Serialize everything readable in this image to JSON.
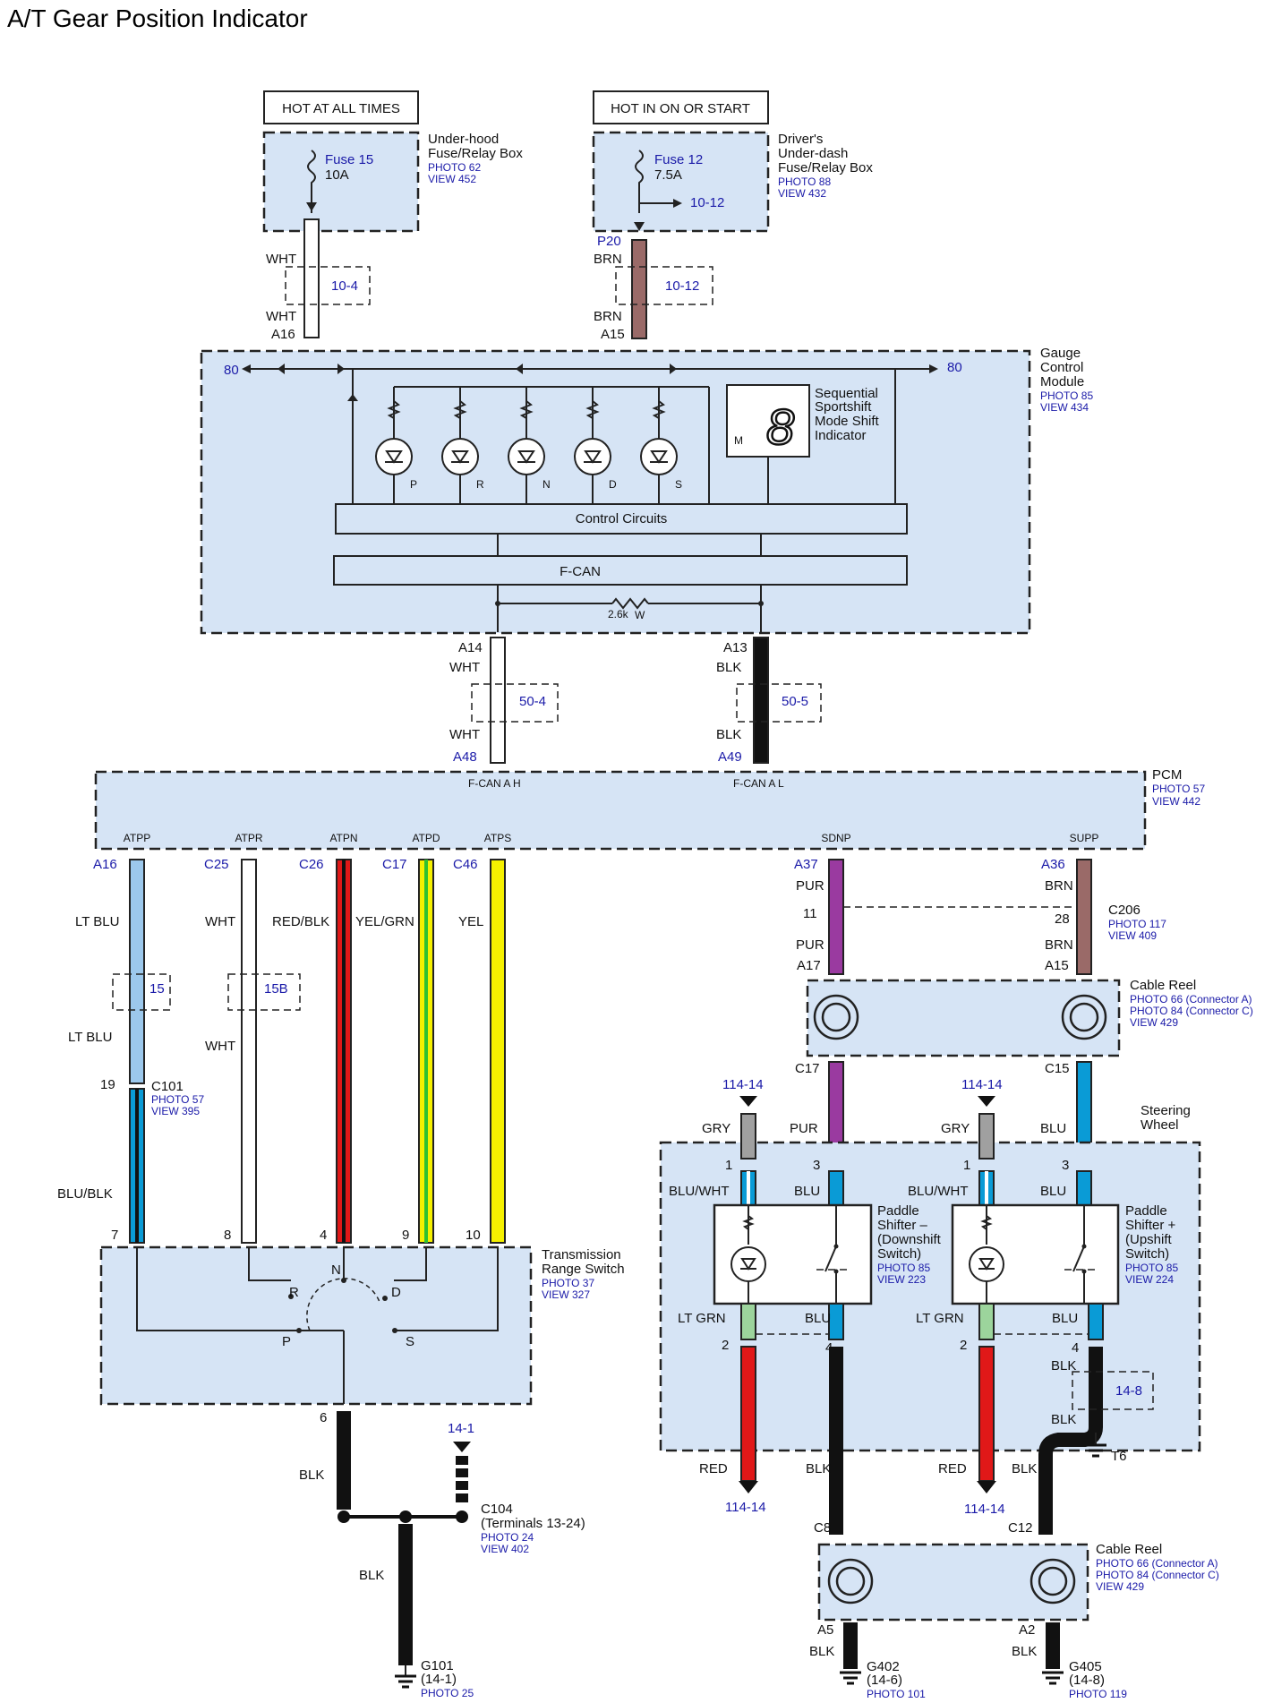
{
  "title": "A/T Gear Position Indicator",
  "colors": {
    "module_fill": "#d6e4f5",
    "ref_text": "#1a1aa8",
    "WHT": "#ffffff",
    "BRN": "#9a6a68",
    "BLK": "#111111",
    "LT BLU": "#9cc8ec",
    "RED": "#e01818",
    "YEL": "#f5f000",
    "GRN": "#30c030",
    "PUR": "#9a3aa0",
    "BLU": "#0a9bd6",
    "GRY": "#a0a0a0",
    "LT GRN": "#9cd49c"
  },
  "power": {
    "hot_always": "HOT AT ALL TIMES",
    "hot_on": "HOT IN ON OR START",
    "fuse15": {
      "name": "Fuse 15",
      "amp": "10A"
    },
    "fuse12": {
      "name": "Fuse 12",
      "amp": "7.5A",
      "branch": "10-12"
    },
    "underhood": {
      "line1": "Under-hood",
      "line2": "Fuse/Relay Box",
      "photo": "PHOTO 62",
      "view": "VIEW 452"
    },
    "underdash": {
      "line1": "Driver's",
      "line2": "Under-dash",
      "line3": "Fuse/Relay Box",
      "photo": "PHOTO 88",
      "view": "VIEW 432"
    }
  },
  "feed_wires": {
    "left": {
      "color1": "WHT",
      "color2": "WHT",
      "ref": "10-4",
      "pin": "A16"
    },
    "right": {
      "top_pin": "P20",
      "color1": "BRN",
      "color2": "BRN",
      "ref": "10-12",
      "pin": "A15"
    }
  },
  "gauge": {
    "name1": "Gauge",
    "name2": "Control",
    "name3": "Module",
    "photo": "PHOTO 85",
    "view": "VIEW 434",
    "left_ref": "80",
    "right_ref": "80",
    "leds": [
      "P",
      "R",
      "N",
      "D",
      "S"
    ],
    "indicator": {
      "line1": "Sequential",
      "line2": "Sportshift",
      "line3": "Mode Shift",
      "line4": "Indicator",
      "mode": "M",
      "digit": "8"
    },
    "control": "Control Circuits",
    "fcan": "F-CAN",
    "resistor": "2.6k",
    "resistor_unit": "W"
  },
  "can_wires": {
    "left": {
      "top_pin": "A14",
      "c1": "WHT",
      "ref": "50-4",
      "c2": "WHT",
      "pin": "A48"
    },
    "right": {
      "top_pin": "A13",
      "c1": "BLK",
      "ref": "50-5",
      "c2": "BLK",
      "pin": "A49"
    }
  },
  "pcm": {
    "name": "PCM",
    "photo": "PHOTO 57",
    "view": "VIEW 442",
    "fcan_h": "F-CAN A H",
    "fcan_l": "F-CAN A L",
    "outputs": [
      {
        "sig": "ATPP",
        "pin": "A16",
        "color": "LT BLU"
      },
      {
        "sig": "ATPR",
        "pin": "C25",
        "color": "WHT"
      },
      {
        "sig": "ATPN",
        "pin": "C26",
        "color": "RED/BLK"
      },
      {
        "sig": "ATPD",
        "pin": "C17",
        "color": "YEL/GRN"
      },
      {
        "sig": "ATPS",
        "pin": "C46",
        "color": "YEL"
      }
    ],
    "sdnp": {
      "sig": "SDNP",
      "pin": "A37"
    },
    "supp": {
      "sig": "SUPP",
      "pin": "A36"
    }
  },
  "lt_blu_wire": {
    "ref": "15",
    "color2": "LT BLU",
    "c101_pin": "19",
    "c101": "C101",
    "photo": "PHOTO 57",
    "view": "VIEW 395",
    "color3": "BLU/BLK"
  },
  "wht_wire": {
    "ref": "15B",
    "color2": "WHT"
  },
  "trs": {
    "name1": "Transmission",
    "name2": "Range Switch",
    "photo": "PHOTO 37",
    "view": "VIEW 327",
    "pins": [
      "7",
      "8",
      "4",
      "9",
      "10"
    ],
    "positions": [
      "P",
      "R",
      "N",
      "D",
      "S"
    ],
    "out_pin": "6",
    "wire": "BLK"
  },
  "ground_left": {
    "ref": "14-1",
    "c104": "C104",
    "terms": "(Terminals 13-24)",
    "photo": "PHOTO 24",
    "view": "VIEW 402",
    "wire": "BLK",
    "g": "G101",
    "gref": "(14-1)",
    "gphoto": "PHOTO 25"
  },
  "c206": {
    "name": "C206",
    "photo": "PHOTO 117",
    "view": "VIEW 409",
    "left": {
      "c1": "PUR",
      "pin": "11",
      "c2": "PUR",
      "pin2": "A17"
    },
    "right": {
      "c1": "BRN",
      "pin": "28",
      "c2": "BRN",
      "pin2": "A15"
    }
  },
  "cable_reel_top": {
    "name": "Cable Reel",
    "photo1": "PHOTO 66 (Connector A)",
    "photo2": "PHOTO 84 (Connector C)",
    "view": "VIEW 429",
    "pin_l": "C17",
    "pin_r": "C15"
  },
  "steering": {
    "name1": "Steering",
    "name2": "Wheel",
    "ref_l": "114-14",
    "ref_r": "114-14",
    "down": {
      "gry": "GRY",
      "pur": "PUR",
      "p1": "1",
      "p3": "3",
      "bluwht": "BLU/WHT",
      "blu": "BLU",
      "name1": "Paddle",
      "name2": "Shifter –",
      "name3": "(Downshift",
      "name4": "Switch)",
      "photo": "PHOTO 85",
      "view": "VIEW 223",
      "ltgrn": "LT GRN",
      "blu2": "BLU",
      "p2": "2",
      "p4": "4"
    },
    "up": {
      "gry": "GRY",
      "blu_top": "BLU",
      "p1": "1",
      "p3": "3",
      "bluwht": "BLU/WHT",
      "blu": "BLU",
      "name1": "Paddle",
      "name2": "Shifter +",
      "name3": "(Upshift",
      "name4": "Switch)",
      "photo": "PHOTO 85",
      "view": "VIEW 224",
      "ltgrn": "LT GRN",
      "blu2": "BLU",
      "p2": "2",
      "p4": "4"
    },
    "blk1": "BLK",
    "ref_148": "14-8",
    "blk2": "BLK",
    "t6": "T6"
  },
  "bottom_right": {
    "red_l": "RED",
    "blk_l": "BLK",
    "ref_l": "114-14",
    "red_r": "RED",
    "blk_r": "BLK",
    "ref_r": "114-14",
    "c8": "C8",
    "c12": "C12",
    "reel": {
      "name": "Cable Reel",
      "photo1": "PHOTO 66 (Connector A)",
      "photo2": "PHOTO 84 (Connector C)",
      "view": "VIEW 429"
    },
    "a5": "A5",
    "a2": "A2",
    "blk_a5": "BLK",
    "blk_a2": "BLK",
    "g402": {
      "name": "G402",
      "ref": "(14-6)",
      "photo": "PHOTO 101"
    },
    "g405": {
      "name": "G405",
      "ref": "(14-8)",
      "photo": "PHOTO 119"
    }
  }
}
